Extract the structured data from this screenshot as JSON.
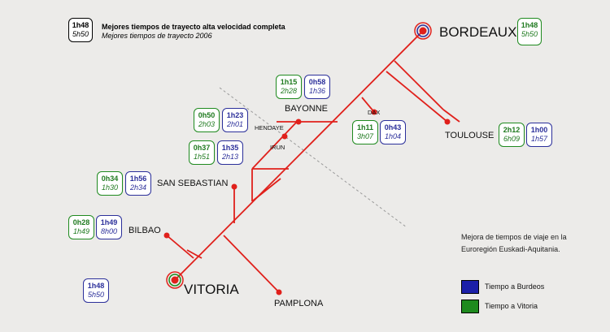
{
  "legend": {
    "top_time": "1h48",
    "bottom_time": "5h50",
    "line1": "Mejores tiempos de trayecto alta velocidad completa",
    "line2": "Mejores tiempos de trayecto 2006"
  },
  "cities": {
    "bordeaux": "BORDEAUX",
    "vitoria": "VITORIA",
    "bayonne": "BAYONNE",
    "dax": "DAX",
    "toulouse": "TOULOUSE",
    "hendaye": "HENDAYE",
    "irun": "IRUN",
    "san_sebastian": "SAN SEBASTIAN",
    "bilbao": "BILBAO",
    "pamplona": "PAMPLONA"
  },
  "times": {
    "bordeaux": {
      "a": "1h48",
      "b": "5h50"
    },
    "vitoria": {
      "a": "1h48",
      "b": "5h50"
    },
    "bayonne_green": {
      "a": "1h15",
      "b": "2h28"
    },
    "bayonne_blue": {
      "a": "0h58",
      "b": "1h36"
    },
    "hendaye_green": {
      "a": "0h50",
      "b": "2h03"
    },
    "hendaye_blue": {
      "a": "1h23",
      "b": "2h01"
    },
    "irun_green": {
      "a": "0h37",
      "b": "1h51"
    },
    "irun_blue": {
      "a": "1h35",
      "b": "2h13"
    },
    "sansebastian_green": {
      "a": "0h34",
      "b": "1h30"
    },
    "sansebastian_blue": {
      "a": "1h56",
      "b": "2h34"
    },
    "bilbao_green": {
      "a": "0h28",
      "b": "1h49"
    },
    "bilbao_blue": {
      "a": "1h49",
      "b": "8h00"
    },
    "dax_green": {
      "a": "1h11",
      "b": "3h07"
    },
    "dax_blue": {
      "a": "0h43",
      "b": "1h04"
    },
    "toulouse_green": {
      "a": "2h12",
      "b": "6h09"
    },
    "toulouse_blue": {
      "a": "1h00",
      "b": "1h57"
    }
  },
  "note": "Mejora de tiempos de viaje en la Euroregión Euskadi-Aquitania.",
  "key": {
    "blue_label": "Tiempo a Burdeos",
    "green_label": "Tiempo a Vitoria",
    "blue_color": "#1c1fa8",
    "green_color": "#1e8a1e"
  },
  "colors": {
    "rail": "#e0201b",
    "border_dash": "#999999"
  }
}
